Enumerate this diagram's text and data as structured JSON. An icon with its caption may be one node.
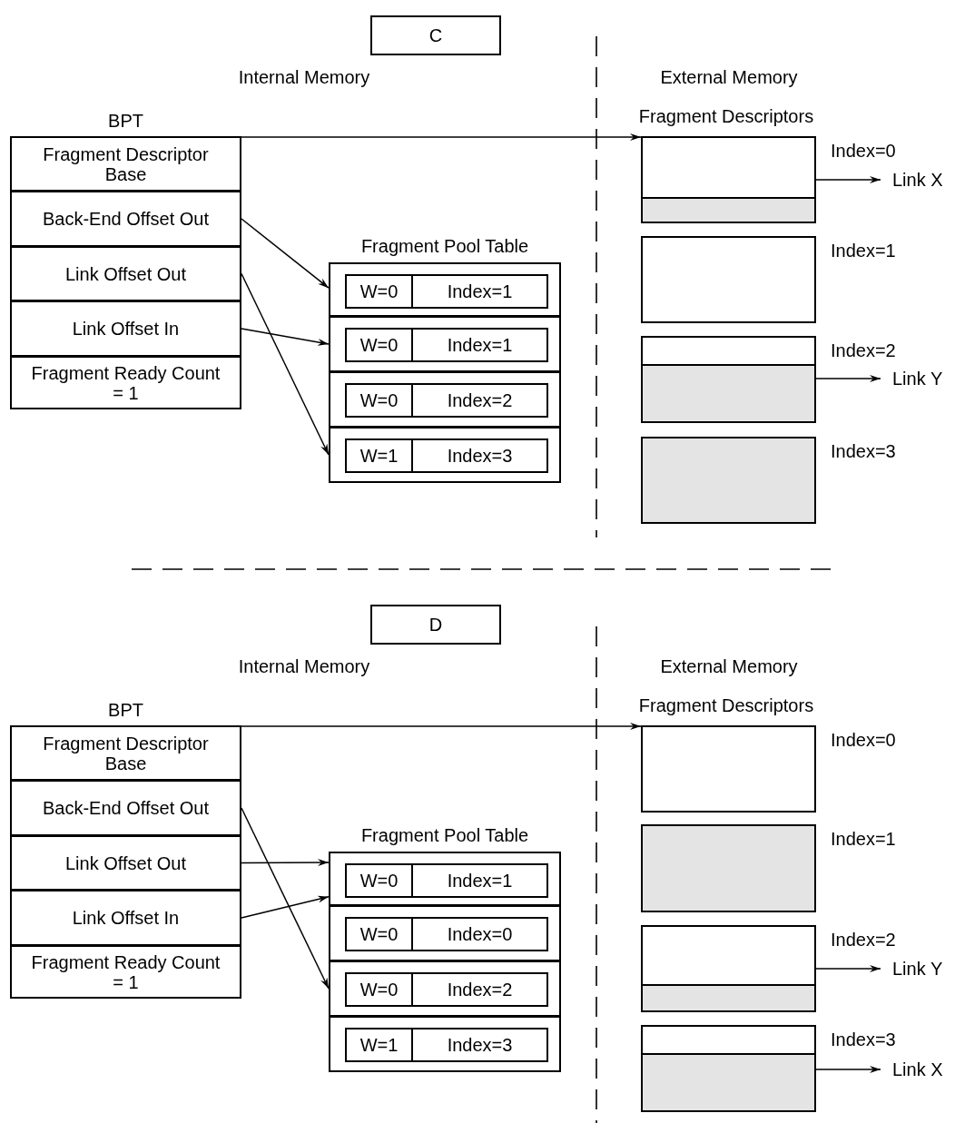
{
  "diagram": {
    "nodes": [
      {
        "text": [
          "C"
        ]
      },
      {
        "text": [
          "BPT"
        ]
      },
      {
        "text": [
          "Fragment Descriptor Base"
        ],
        "in": 1
      },
      {
        "text": [
          "Back-End Offset Out"
        ],
        "in": 1
      },
      {
        "text": [
          "Link Offset Out"
        ],
        "in": 1
      },
      {
        "text": [
          "Link Offset In"
        ],
        "in": 1
      },
      {
        "text": [
          "Fragment Ready Count = 1"
        ],
        "in": 1
      },
      {
        "text": [
          "Fragment Pool Table"
        ]
      },
      {
        "text": [],
        "shape": "box",
        "in": 7
      },
      {
        "text": [
          "W=0"
        ],
        "in": 8
      },
      {
        "text": [
          "Index=1"
        ],
        "in": 8
      },
      {
        "text": [],
        "shape": "box",
        "in": 7
      },
      {
        "text": [
          "W=0"
        ],
        "in": 11
      },
      {
        "text": [
          "Index=1"
        ],
        "in": 11
      },
      {
        "text": [],
        "shape": "box",
        "in": 7
      },
      {
        "text": [
          "W=0"
        ],
        "in": 14
      },
      {
        "text": [
          "Index=2"
        ],
        "in": 14
      },
      {
        "text": [],
        "shape": "box",
        "in": 7
      },
      {
        "text": [
          "W=1"
        ],
        "in": 17
      },
      {
        "text": [
          "Index=3"
        ],
        "in": 17
      },
      {
        "text": [],
        "shape": "box",
        "beside": [
          "Index=0"
        ]
      },
      {
        "text": [
          "Link X"
        ]
      },
      {
        "text": [],
        "shape": "box",
        "beside": [
          "Index=1"
        ]
      },
      {
        "text": [],
        "shape": "box",
        "beside": [
          "Index=2"
        ]
      },
      {
        "text": [
          "Link Y"
        ]
      },
      {
        "text": [],
        "shape": "box",
        "beside": [
          "Index=3"
        ]
      },
      {
        "text": [
          "D"
        ]
      },
      {
        "text": [
          "BPT"
        ]
      },
      {
        "text": [
          "Fragment Descriptor Base"
        ],
        "in": 27
      },
      {
        "text": [
          "Back-End Offset Out"
        ],
        "in": 27
      },
      {
        "text": [
          "Link Offset Out"
        ],
        "in": 27
      },
      {
        "text": [
          "Link Offset In"
        ],
        "in": 27
      },
      {
        "text": [
          "Fragment Ready Count = 1"
        ],
        "in": 27
      },
      {
        "text": [
          "Fragment Pool Table"
        ]
      },
      {
        "text": [],
        "shape": "box",
        "in": 33
      },
      {
        "text": [
          "W=0"
        ],
        "in": 34
      },
      {
        "text": [
          "Index=1"
        ],
        "in": 34
      },
      {
        "text": [],
        "shape": "box",
        "in": 33
      },
      {
        "text": [
          "W=0"
        ],
        "in": 37
      },
      {
        "text": [
          "Index=0"
        ],
        "in": 37
      },
      {
        "text": [],
        "shape": "box",
        "in": 33
      },
      {
        "text": [
          "W=0"
        ],
        "in": 40
      },
      {
        "text": [
          "Index=2"
        ],
        "in": 40
      },
      {
        "text": [],
        "shape": "box",
        "in": 33
      },
      {
        "text": [
          "W=1"
        ],
        "in": 43
      },
      {
        "text": [
          "Index=3"
        ],
        "in": 43
      },
      {
        "text": [],
        "shape": "box",
        "beside": [
          "Index=0"
        ]
      },
      {
        "text": [],
        "shape": "box",
        "beside": [
          "Index=1"
        ]
      },
      {
        "text": [],
        "shape": "box",
        "beside": [
          "Index=2"
        ]
      },
      {
        "text": [
          "Link Y"
        ]
      },
      {
        "text": [],
        "shape": "box",
        "beside": [
          "Index=3"
        ]
      },
      {
        "text": [
          "Link X"
        ]
      }
    ],
    "edges": [
      {
        "from": 2,
        "to": 20,
        "arrow": "to"
      },
      {
        "from": 3,
        "to": 8,
        "arrow": "to"
      },
      {
        "from": 4,
        "to": 17,
        "arrow": "to"
      },
      {
        "from": 5,
        "to": 11,
        "arrow": "to"
      },
      {
        "from": 20,
        "to": 21,
        "arrow": "to"
      },
      {
        "from": 23,
        "to": 24,
        "arrow": "to"
      },
      {
        "from": 28,
        "to": 46,
        "arrow": "to"
      },
      {
        "from": 29,
        "to": 40,
        "arrow": "to"
      },
      {
        "from": 30,
        "to": 34,
        "arrow": "to"
      },
      {
        "from": 31,
        "to": 34,
        "arrow": "to"
      },
      {
        "from": 48,
        "to": 49,
        "arrow": "to"
      },
      {
        "from": 50,
        "to": 51,
        "arrow": "to"
      }
    ],
    "labels": [
      "Internal Memory",
      "External Memory",
      "Fragment Descriptors",
      "Internal Memory",
      "External Memory",
      "Fragment Descriptors"
    ]
  }
}
